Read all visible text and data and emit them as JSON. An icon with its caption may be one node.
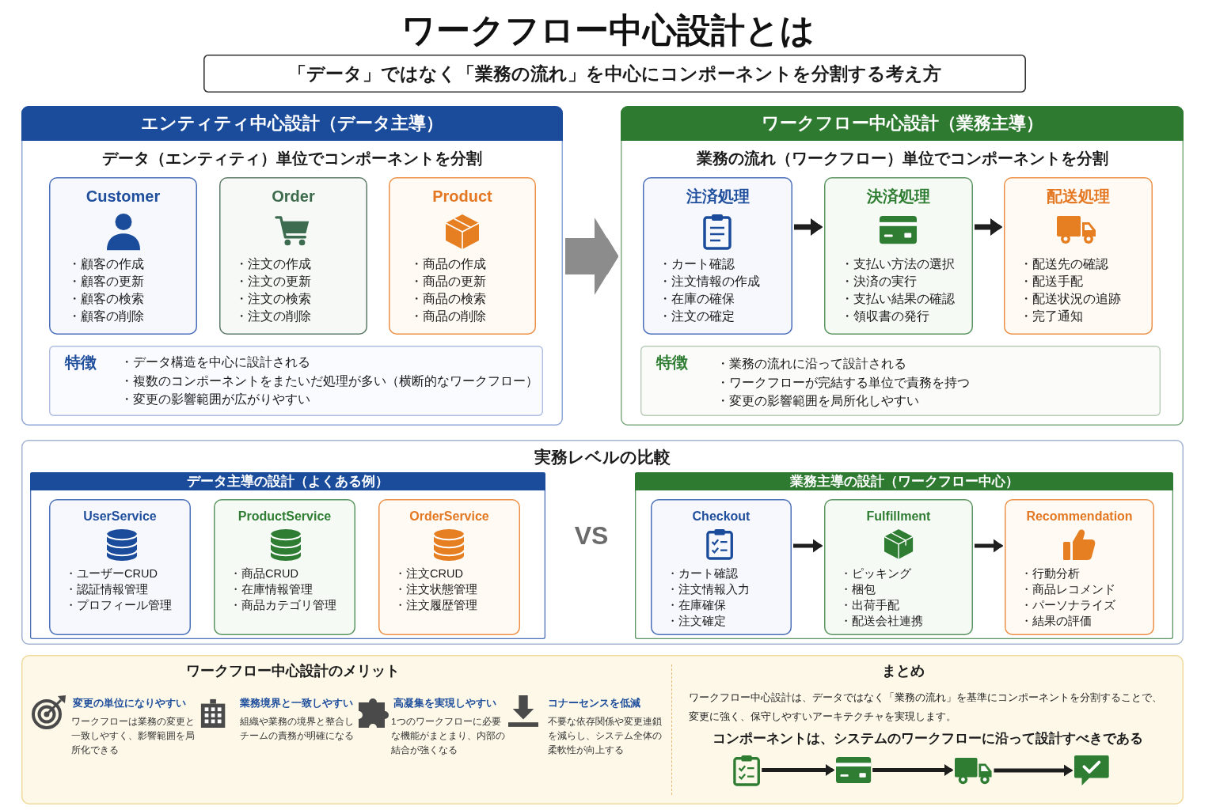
{
  "diagram": {
    "title": "ワークフロー中心設計とは",
    "nodes": [
      {
        "text": [
          "「データ」ではなく「業務の流れ」を中心にコンポーネントを分割する考え方"
        ]
      },
      {
        "text": [
          "エンティティ中心設計（データ主導）",
          "データ（エンティティ）単位でコンポーネントを分割"
        ]
      },
      {
        "text": [
          "Customer",
          "・顧客の作成",
          "・顧客の更新",
          "・顧客の検索",
          "・顧客の削除"
        ],
        "in": 1
      },
      {
        "text": [
          "Order",
          "・注文の作成",
          "・注文の更新",
          "・注文の検索",
          "・注文の削除"
        ],
        "in": 1
      },
      {
        "text": [
          "Product",
          "・商品の作成",
          "・商品の更新",
          "・商品の検索",
          "・商品の削除"
        ],
        "in": 1
      },
      {
        "text": [
          "特徴",
          "・データ構造を中心に設計される",
          "・複数のコンポーネントをまたいだ処理が多い（横断的なワークフロー）",
          "・変更の影響範囲が広がりやすい"
        ],
        "in": 1
      },
      {
        "text": [
          "ワークフロー中心設計（業務主導）",
          "業務の流れ（ワークフロー）単位でコンポーネントを分割"
        ]
      },
      {
        "text": [
          "注済処理",
          "・カート確認",
          "・注文情報の作成",
          "・在庫の確保",
          "・注文の確定"
        ],
        "in": 6
      },
      {
        "text": [
          "決済処理",
          "・支払い方法の選択",
          "・決済の実行",
          "・支払い結果の確認",
          "・領収書の発行"
        ],
        "in": 6
      },
      {
        "text": [
          "配送処理",
          "・配送先の確認",
          "・配送手配",
          "・配送状況の追跡",
          "・完了通知"
        ],
        "in": 6
      },
      {
        "text": [
          "特徴",
          "・業務の流れに沿って設計される",
          "・ワークフローが完結する単位で責務を持つ",
          "・変更の影響範囲を局所化しやすい"
        ],
        "in": 6
      },
      {
        "text": [
          "実務レベルの比較"
        ]
      },
      {
        "text": [
          "データ主導の設計（よくある例）"
        ],
        "in": 11
      },
      {
        "text": [
          "UserService",
          "・ユーザーCRUD",
          "・認証情報管理",
          "・プロフィール管理"
        ],
        "in": 12
      },
      {
        "text": [
          "ProductService",
          "・商品CRUD",
          "・在庫情報管理",
          "・商品カテゴリ管理"
        ],
        "in": 12
      },
      {
        "text": [
          "OrderService",
          "・注文CRUD",
          "・注文状態管理",
          "・注文履歴管理"
        ],
        "in": 12
      },
      {
        "text": [
          "業務主導の設計（ワークフロー中心）"
        ],
        "in": 11
      },
      {
        "text": [
          "Checkout",
          "・カート確認",
          "・注文情報入力",
          "・在庫確保",
          "・注文確定"
        ],
        "in": 16
      },
      {
        "text": [
          "Fulfillment",
          "・ピッキング",
          "・梱包",
          "・出荷手配",
          "・配送会社連携"
        ],
        "in": 16
      },
      {
        "text": [
          "Recommendation",
          "・行動分析",
          "・商品レコメンド",
          "・パーソナライズ",
          "・結果の評価"
        ],
        "in": 16
      },
      {
        "text": [
          "ワークフロー中心設計のメリット",
          "変更の単位になりやすい",
          "ワークフローは業務の変更と一致しやすく、影響範囲を局所化できる",
          "業務境界と一致しやすい",
          "組織や業務の境界と整合しチームの責務が明確になる",
          "高凝集を実現しやすい",
          "1つのワークフローに必要な機能がまとまり、内部の結合が強くなる",
          "コナーセンスを低減",
          "不要な依存関係や変更連鎖を減らし、システム全体の柔軟性が向上する",
          "まとめ",
          "ワークフロー中心設計は、データではなく「業務の流れ」を基準にコンポーネントを分割することで、変更に強く、保守しやすいアーキテクチャを実現します。",
          "コンポーネントは、システムのワークフローに沿って設計すべきである"
        ]
      },
      {
        "text": [],
        "shape": "picture",
        "in": 20
      },
      {
        "text": [],
        "shape": "picture",
        "in": 20
      },
      {
        "text": [],
        "shape": "picture",
        "in": 20
      },
      {
        "text": [],
        "shape": "picture",
        "in": 20
      }
    ],
    "edges": [
      {
        "from": 1,
        "to": 6,
        "arrow": "to",
        "style": "thick",
        "color": "#8c8c8c"
      },
      {
        "from": 7,
        "to": 8,
        "arrow": "to"
      },
      {
        "from": 8,
        "to": 9,
        "arrow": "to"
      },
      {
        "from": 17,
        "to": 18,
        "arrow": "to"
      },
      {
        "from": 18,
        "to": 19,
        "arrow": "to"
      },
      {
        "from": 21,
        "to": 22,
        "arrow": "to"
      },
      {
        "from": 22,
        "to": 23,
        "arrow": "to"
      },
      {
        "from": 23,
        "to": 24,
        "arrow": "to"
      }
    ],
    "labels": [
      "VS"
    ]
  }
}
